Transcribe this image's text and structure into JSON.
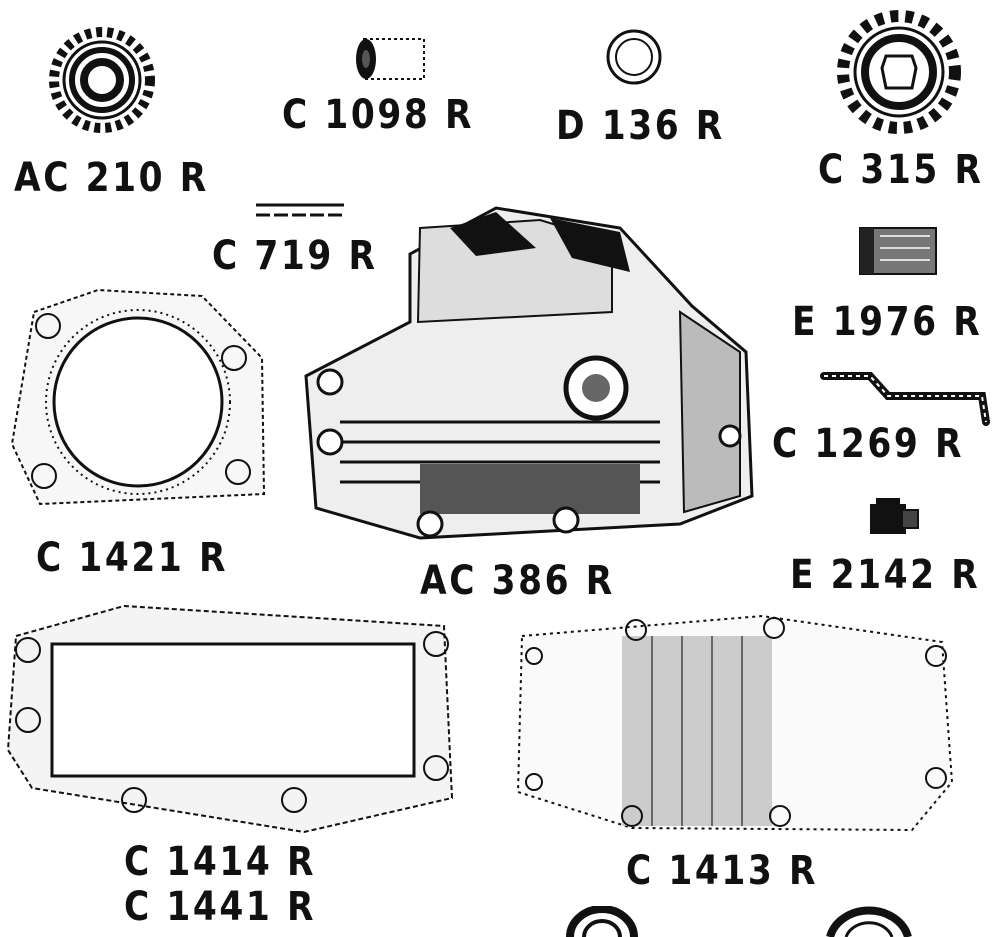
{
  "parts": [
    {
      "id": "AC 210 R",
      "part_number": "AC 210 R",
      "name": "gear"
    },
    {
      "id": "C 1098 R",
      "part_number": "C 1098 R",
      "name": "bushing"
    },
    {
      "id": "D 136 R",
      "part_number": "D 136 R",
      "name": "ring"
    },
    {
      "id": "C 315 R",
      "part_number": "C 315 R",
      "name": "splined-gear"
    },
    {
      "id": "C 719 R",
      "part_number": "C 719 R",
      "name": "pin"
    },
    {
      "id": "E 1976 R",
      "part_number": "E 1976 R",
      "name": "sleeve"
    },
    {
      "id": "C 1269 R",
      "part_number": "C 1269 R",
      "name": "lever-rod"
    },
    {
      "id": "C 1421 R",
      "part_number": "C 1421 R",
      "name": "round-gasket"
    },
    {
      "id": "AC 386 R",
      "part_number": "AC 386 R",
      "name": "housing"
    },
    {
      "id": "E 2142 R",
      "part_number": "E 2142 R",
      "name": "fitting"
    },
    {
      "id": "C 1414 R",
      "part_number": "C 1414 R",
      "name": "rectangular-gasket"
    },
    {
      "id": "C 1441 R",
      "part_number": "C 1441 R",
      "name": "rectangular-gasket-alt"
    },
    {
      "id": "C 1413 R",
      "part_number": "C 1413 R",
      "name": "cover-plate"
    }
  ],
  "labels": {
    "ac210": "AC 210 R",
    "c1098": "C 1098 R",
    "d136": "D 136 R",
    "c315": "C 315 R",
    "c719": "C 719 R",
    "e1976": "E 1976 R",
    "c1269": "C 1269 R",
    "c1421": "C 1421 R",
    "ac386": "AC 386 R",
    "e2142": "E 2142 R",
    "c1414": "C 1414 R",
    "c1441": "C 1441 R",
    "c1413": "C 1413 R"
  }
}
